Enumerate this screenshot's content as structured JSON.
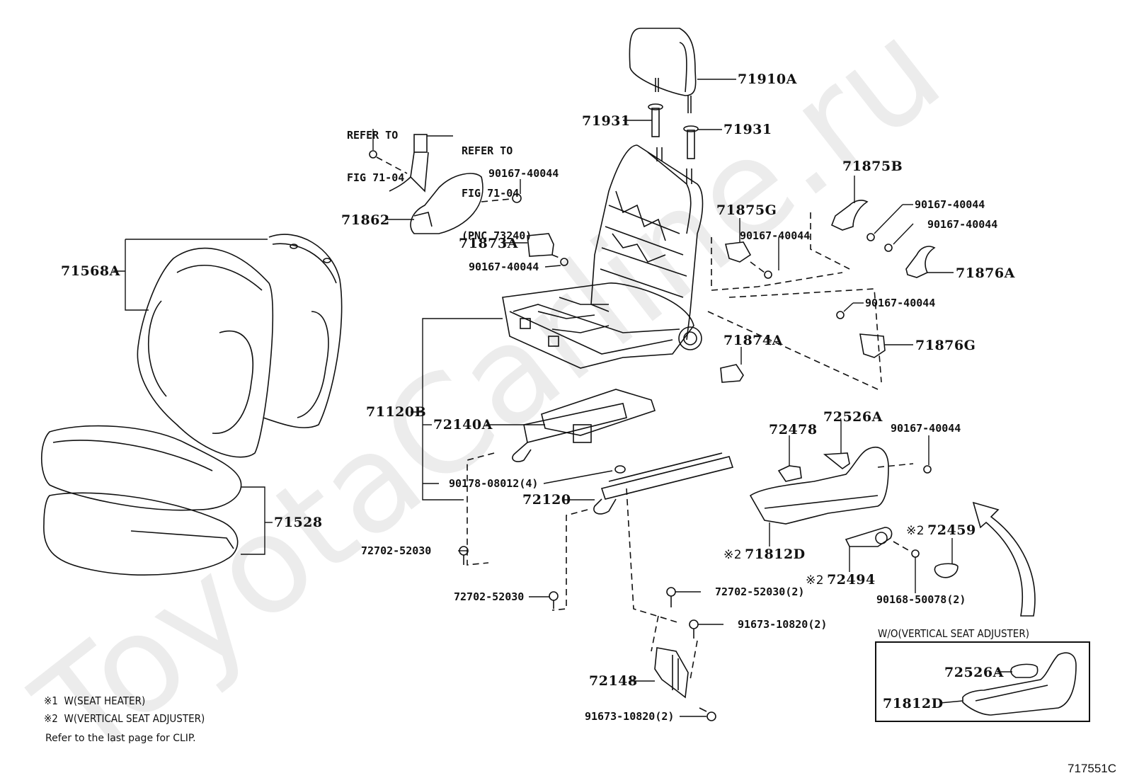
{
  "diagram": {
    "figure_id": "717551C",
    "watermark": "ToyotaCarline.ru",
    "references": {
      "ref1": {
        "line1": "REFER TO",
        "line2": "FIG 71-04"
      },
      "ref2": {
        "line1": "REFER TO",
        "line2": "FIG 71-04",
        "line3": "(PNC 73240)"
      }
    },
    "parts": {
      "headrest": "71910A",
      "headrest_guide_left": "71931",
      "headrest_guide_right": "71931",
      "shield_left": "71862",
      "screw_shield_left": "90167-40044",
      "bracket_71873a": "71873A",
      "screw_71873a": "90167-40044",
      "back_cover": "71568A",
      "cushion_cover": "71528",
      "frame_assy": "71120B",
      "adjuster_inner": "72140A",
      "nut": "90178-08012(4)",
      "adjuster_outer": "72120",
      "bolt_a": "72702-52030",
      "bolt_b": "72702-52030",
      "bolt_c": "72702-52030(2)",
      "bolt_d": "91673-10820(2)",
      "bolt_e": "91673-10820(2)",
      "bracket_72148": "72148",
      "cover_71875b": "71875B",
      "cover_71875g": "71875G",
      "screw_71875g": "90167-40044",
      "screw_71875b": "90167-40044",
      "screw_71876a": "90167-40044",
      "cover_71876a": "71876A",
      "screw_71876g": "90167-40044",
      "cover_71876g": "71876G",
      "cover_71874a": "71874A",
      "switch_72478": "72478",
      "knob_72526a": "72526A",
      "screw_shield_right": "90167-40044",
      "shield_71812d": "71812D",
      "lever_72494": "72494",
      "knob_72459": "72459",
      "screw_90168": "90168-50078(2)"
    },
    "marks": {
      "note1": "※1",
      "note2": "※2"
    },
    "inset": {
      "title": "W/O(VERTICAL SEAT ADJUSTER)",
      "knob": "72526A",
      "shield": "71812D"
    },
    "notes": [
      {
        "mark": "※1",
        "text": "W(SEAT HEATER)"
      },
      {
        "mark": "※2",
        "text": "W(VERTICAL SEAT ADJUSTER)"
      }
    ],
    "footer_note": "Refer to the last page for CLIP."
  }
}
